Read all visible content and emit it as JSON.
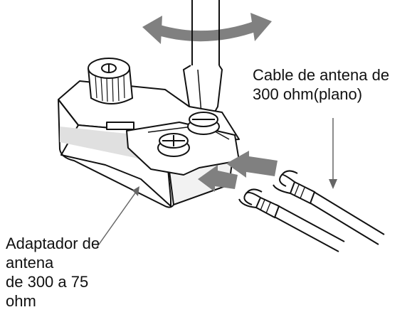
{
  "labels": {
    "cable": {
      "line1": "Cable de antena de",
      "line2": "300 ohm(plano)"
    },
    "adapter": {
      "line1": "Adaptador de",
      "line2": "antena",
      "line3": "de 300 a 75",
      "line4": "ohm"
    }
  },
  "colors": {
    "ink": "#111111",
    "arrow_gray": "#808080",
    "housing_shade": "#e0e0e0"
  },
  "icons": [
    "rotation-arrow-icon",
    "insert-arrow-icon",
    "pointer-arrow-icon"
  ]
}
